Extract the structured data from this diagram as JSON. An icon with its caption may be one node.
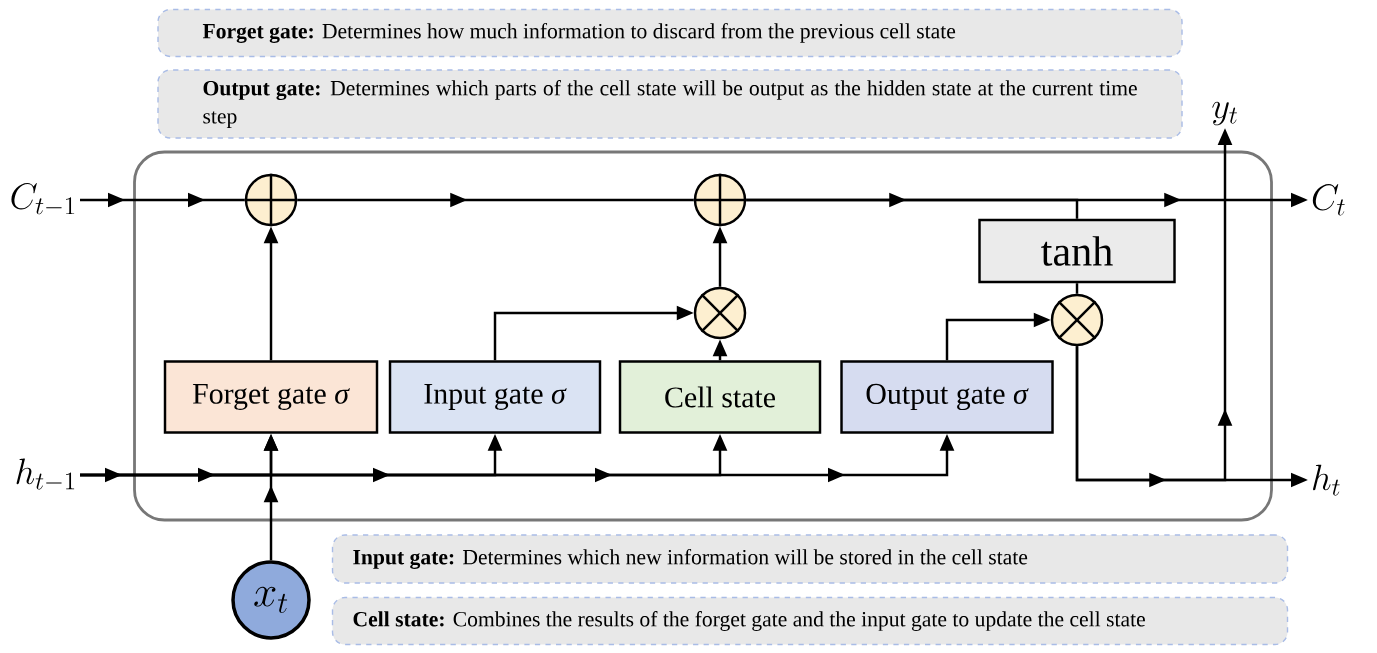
{
  "diagram": {
    "nodes": [
      {
        "text": [
          "**Forget gate:** Determines how much information to discard from the previous cell state"
        ]
      },
      {
        "text": [
          "**Output gate:** Determines which parts of the cell state will be output as the hidden state at the current time step"
        ]
      },
      {
        "text": [
          "y_{t}"
        ]
      },
      {
        "text": [
          "C_{t-1}"
        ]
      },
      {
        "text": [],
        "shape": "box"
      },
      {
        "text": [],
        "shape": "circle",
        "in": 4
      },
      {
        "text": [],
        "shape": "circle",
        "in": 4
      },
      {
        "text": [
          "tanh"
        ],
        "in": 4
      },
      {
        "text": [],
        "shape": "circle",
        "in": 4
      },
      {
        "text": [],
        "shape": "circle",
        "in": 4
      },
      {
        "text": [
          "Forget gate *σ*"
        ],
        "in": 4
      },
      {
        "text": [
          "Input gate *σ*"
        ],
        "in": 4
      },
      {
        "text": [
          "Cell state"
        ],
        "in": 4
      },
      {
        "text": [
          "Output gate *σ*"
        ],
        "in": 4
      },
      {
        "text": [
          "C_{t}"
        ]
      },
      {
        "text": [
          "h_{t-1}"
        ]
      },
      {
        "text": [
          "h_{t}"
        ]
      },
      {
        "text": [
          "x_{t}"
        ]
      },
      {
        "text": [
          "**Input gate:** Determines which new information will be stored in the cell state"
        ]
      },
      {
        "text": [
          "**Cell state:** Combines the results of the forget gate and the input gate to update the cell state"
        ]
      }
    ],
    "edges": [
      {
        "from": 3,
        "to": 5,
        "arrow": "to"
      },
      {
        "from": 5,
        "to": 6,
        "arrow": "to"
      },
      {
        "from": 6,
        "to": 14,
        "arrow": "to"
      },
      {
        "from": 6,
        "to": 7,
        "arrow": "none"
      },
      {
        "from": 7,
        "to": 9,
        "arrow": "none"
      },
      {
        "from": 10,
        "to": 5,
        "arrow": "to"
      },
      {
        "from": 11,
        "to": 8,
        "arrow": "to"
      },
      {
        "from": 12,
        "to": 8,
        "arrow": "to"
      },
      {
        "from": 8,
        "to": 6,
        "arrow": "to"
      },
      {
        "from": 13,
        "to": 9,
        "arrow": "to"
      },
      {
        "from": 9,
        "to": 16,
        "arrow": "to"
      },
      {
        "from": 9,
        "to": 2,
        "arrow": "to"
      },
      {
        "from": 15,
        "to": 10,
        "arrow": "to"
      },
      {
        "from": 15,
        "to": 11,
        "arrow": "to"
      },
      {
        "from": 15,
        "to": 12,
        "arrow": "to"
      },
      {
        "from": 15,
        "to": 13,
        "arrow": "to"
      },
      {
        "from": 17,
        "to": 10,
        "arrow": "to"
      }
    ]
  }
}
